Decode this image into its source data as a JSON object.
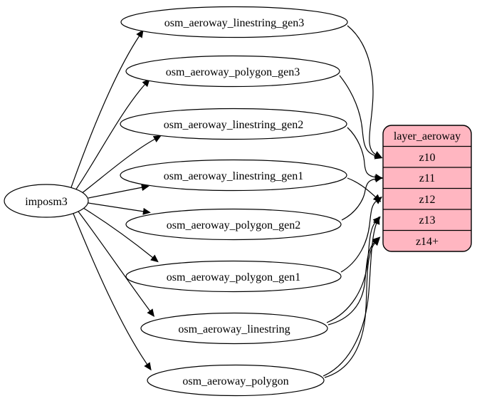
{
  "diagram": {
    "source_node": {
      "label": "imposm3"
    },
    "tables": [
      {
        "label": "osm_aeroway_linestring_gen3"
      },
      {
        "label": "osm_aeroway_polygon_gen3"
      },
      {
        "label": "osm_aeroway_linestring_gen2"
      },
      {
        "label": "osm_aeroway_linestring_gen1"
      },
      {
        "label": "osm_aeroway_polygon_gen2"
      },
      {
        "label": "osm_aeroway_polygon_gen1"
      },
      {
        "label": "osm_aeroway_linestring"
      },
      {
        "label": "osm_aeroway_polygon"
      }
    ],
    "layer": {
      "title": "layer_aeroway",
      "zoom_rows": [
        "z10",
        "z11",
        "z12",
        "z13",
        "z14+"
      ],
      "fill_color": "#ffb6c1",
      "stroke_color": "#000000"
    },
    "edges": [
      {
        "from": "imposm3",
        "to": "osm_aeroway_linestring_gen3"
      },
      {
        "from": "imposm3",
        "to": "osm_aeroway_polygon_gen3"
      },
      {
        "from": "imposm3",
        "to": "osm_aeroway_linestring_gen2"
      },
      {
        "from": "imposm3",
        "to": "osm_aeroway_linestring_gen1"
      },
      {
        "from": "imposm3",
        "to": "osm_aeroway_polygon_gen2"
      },
      {
        "from": "imposm3",
        "to": "osm_aeroway_polygon_gen1"
      },
      {
        "from": "imposm3",
        "to": "osm_aeroway_linestring"
      },
      {
        "from": "imposm3",
        "to": "osm_aeroway_polygon"
      },
      {
        "from": "osm_aeroway_linestring_gen3",
        "to": "z10"
      },
      {
        "from": "osm_aeroway_polygon_gen3",
        "to": "z10"
      },
      {
        "from": "osm_aeroway_linestring_gen2",
        "to": "z11"
      },
      {
        "from": "osm_aeroway_polygon_gen2",
        "to": "z11"
      },
      {
        "from": "osm_aeroway_linestring_gen1",
        "to": "z12"
      },
      {
        "from": "osm_aeroway_polygon_gen1",
        "to": "z12"
      },
      {
        "from": "osm_aeroway_linestring",
        "to": "z13"
      },
      {
        "from": "osm_aeroway_polygon",
        "to": "z13"
      },
      {
        "from": "osm_aeroway_linestring",
        "to": "z14+"
      },
      {
        "from": "osm_aeroway_polygon",
        "to": "z14+"
      }
    ]
  }
}
